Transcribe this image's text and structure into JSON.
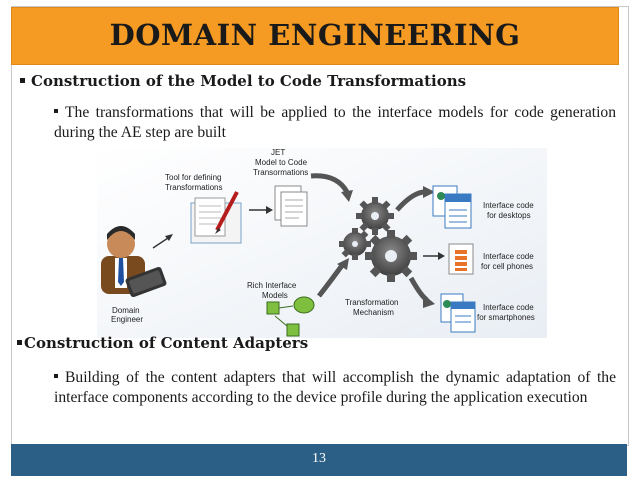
{
  "title": "DOMAIN ENGINEERING",
  "heading1": "Construction of the Model to Code Transformations",
  "para1": "The transformations that will be applied to the interface models for code generation during the AE step are built",
  "heading2": "Construction of Content Adapters",
  "para2": "Building of the content adapters that will accomplish the dynamic adaptation of the interface components according to the device profile during the application execution",
  "page_number": "13",
  "diagram": {
    "tool_label_1": "Tool for defining",
    "tool_label_2": "Transformations",
    "jet_label_1": "JET",
    "jet_label_2": "Model to Code",
    "jet_label_3": "Transormations",
    "rich_label_1": "Rich Interface",
    "rich_label_2": "Models",
    "mech_label_1": "Transformation",
    "mech_label_2": "Mechanism",
    "engineer_label_1": "Domain",
    "engineer_label_2": "Engineer",
    "desktop_label_1": "Interface code",
    "desktop_label_2": "for desktops",
    "cell_label_1": "Interface code",
    "cell_label_2": "for cell phones",
    "smart_label_1": "Interface code",
    "smart_label_2": "for smartphones"
  },
  "colors": {
    "title_bar": "#f59a23",
    "footer": "#2b5f86"
  }
}
